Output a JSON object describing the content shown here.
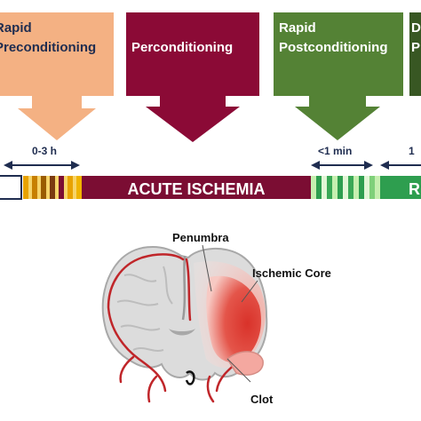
{
  "phases": [
    {
      "line1": "Rapid",
      "line2": "Preconditioning",
      "color": "#f4b183",
      "text_color": "#1f2d50"
    },
    {
      "line1": "Perconditioning",
      "line2": "",
      "color": "#8b0a36",
      "text_color": "#ffffff"
    },
    {
      "line1": "Rapid",
      "line2": "Postconditioning",
      "color": "#548235",
      "text_color": "#ffffff"
    },
    {
      "line1": "D",
      "line2": "P",
      "color": "#385723",
      "text_color": "#ffffff"
    }
  ],
  "timing": {
    "pre": "0-3 h",
    "post": "<1 min",
    "delayed": "1"
  },
  "timeline": {
    "ischemia_label": "ACUTE ISCHEMIA",
    "reperfusion_label": "R",
    "colors": {
      "ischemia": "#7b0d33",
      "reperfusion": "#2e9e4f",
      "outline": "#1f2d50",
      "arrow": "#1f2d50"
    }
  },
  "brain": {
    "labels": {
      "penumbra": "Penumbra",
      "core": "Ischemic Core",
      "clot": "Clot"
    }
  }
}
